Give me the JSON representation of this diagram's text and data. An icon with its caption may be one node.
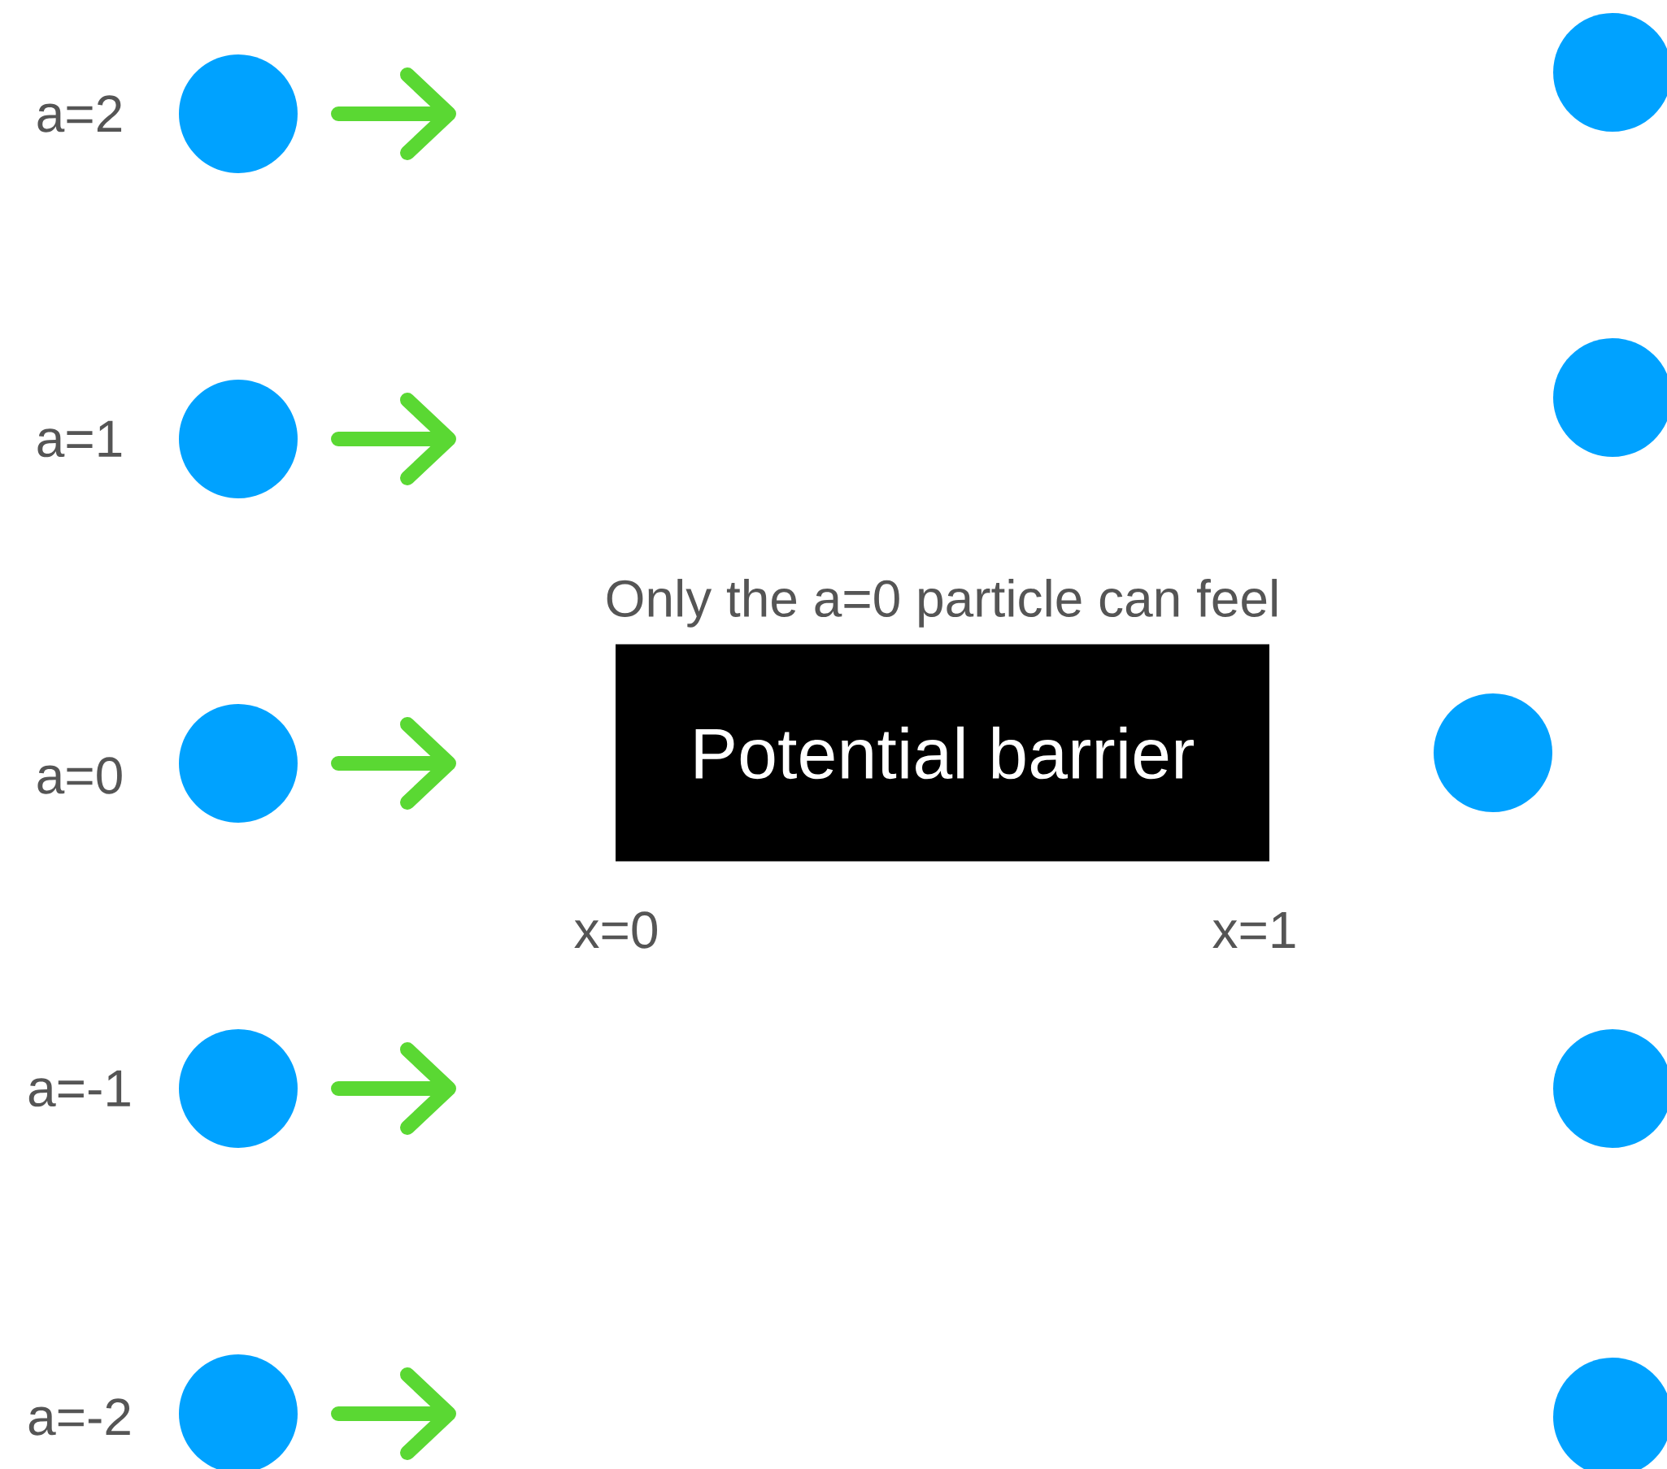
{
  "diagram": {
    "nodes": [
      {
        "text": [],
        "shape": "circle"
      },
      {
        "text": [],
        "shape": "circle"
      },
      {
        "text": [],
        "shape": "circle"
      },
      {
        "text": [],
        "shape": "circle"
      },
      {
        "text": [],
        "shape": "circle"
      },
      {
        "text": [
          "Only the a=0 particle can feel",
          "Potential barrier"
        ]
      },
      {
        "text": [],
        "shape": "circle"
      },
      {
        "text": [],
        "shape": "circle"
      },
      {
        "text": [],
        "shape": "circle"
      },
      {
        "text": [],
        "shape": "circle"
      },
      {
        "text": [],
        "shape": "circle"
      }
    ],
    "labels": [
      "a=2",
      "a=1",
      "a=0",
      "a=-1",
      "a=-2",
      "x=0",
      "x=1"
    ]
  }
}
